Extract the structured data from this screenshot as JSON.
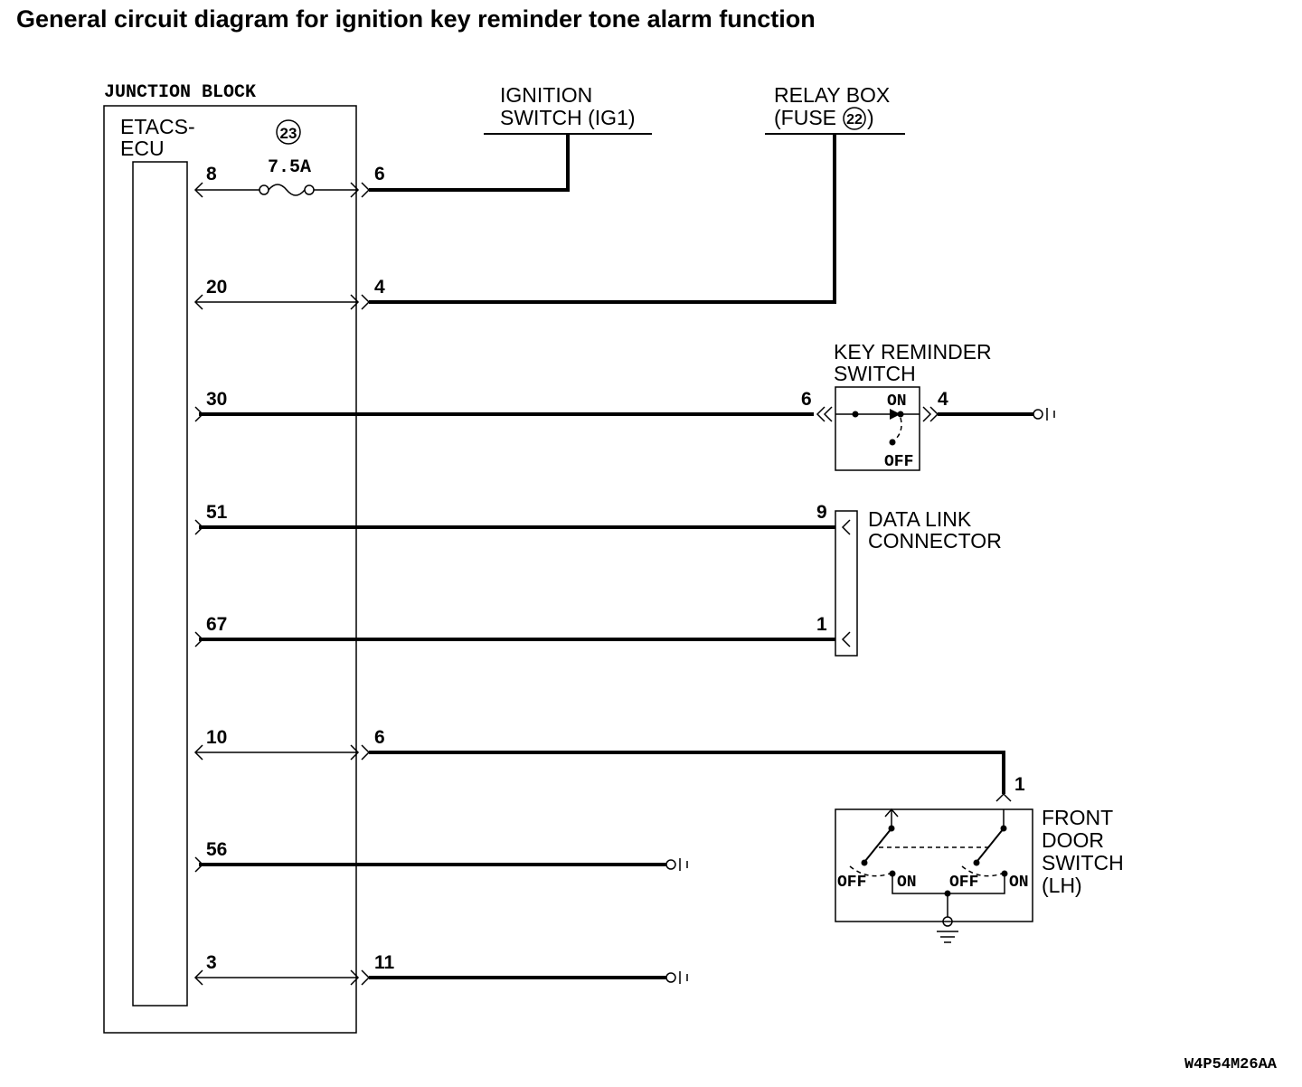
{
  "title": "General circuit diagram for ignition key reminder tone alarm function",
  "junction_block": {
    "label": "JUNCTION BLOCK",
    "ecu_line1": "ETACS-",
    "ecu_line2": "ECU",
    "fuse_number": "23",
    "fuse_rating": "7.5A"
  },
  "ignition_switch": {
    "line1": "IGNITION",
    "line2": "SWITCH (IG1)"
  },
  "relay_box": {
    "line1": "RELAY BOX",
    "line2_prefix": "(FUSE",
    "fuse_number": "22",
    "line2_suffix": ")"
  },
  "key_reminder_switch": {
    "line1": "KEY REMINDER",
    "line2": "SWITCH",
    "on": "ON",
    "off": "OFF"
  },
  "data_link_connector": {
    "line1": "DATA LINK",
    "line2": "CONNECTOR"
  },
  "front_door_switch": {
    "line1": "FRONT",
    "line2": "DOOR",
    "line3": "SWITCH",
    "line4": "(LH)",
    "off": "OFF",
    "on": "ON"
  },
  "pins": {
    "ecu_8": "8",
    "jb_6_top": "6",
    "ecu_20": "20",
    "jb_4": "4",
    "ecu_30": "30",
    "krs_6": "6",
    "krs_4": "4",
    "ecu_51": "51",
    "dlc_9": "9",
    "ecu_67": "67",
    "dlc_1": "1",
    "ecu_10": "10",
    "jb_6_mid": "6",
    "fds_1": "1",
    "ecu_56": "56",
    "ecu_3": "3",
    "jb_11": "11"
  },
  "diagram_code": "W4P54M26AA"
}
